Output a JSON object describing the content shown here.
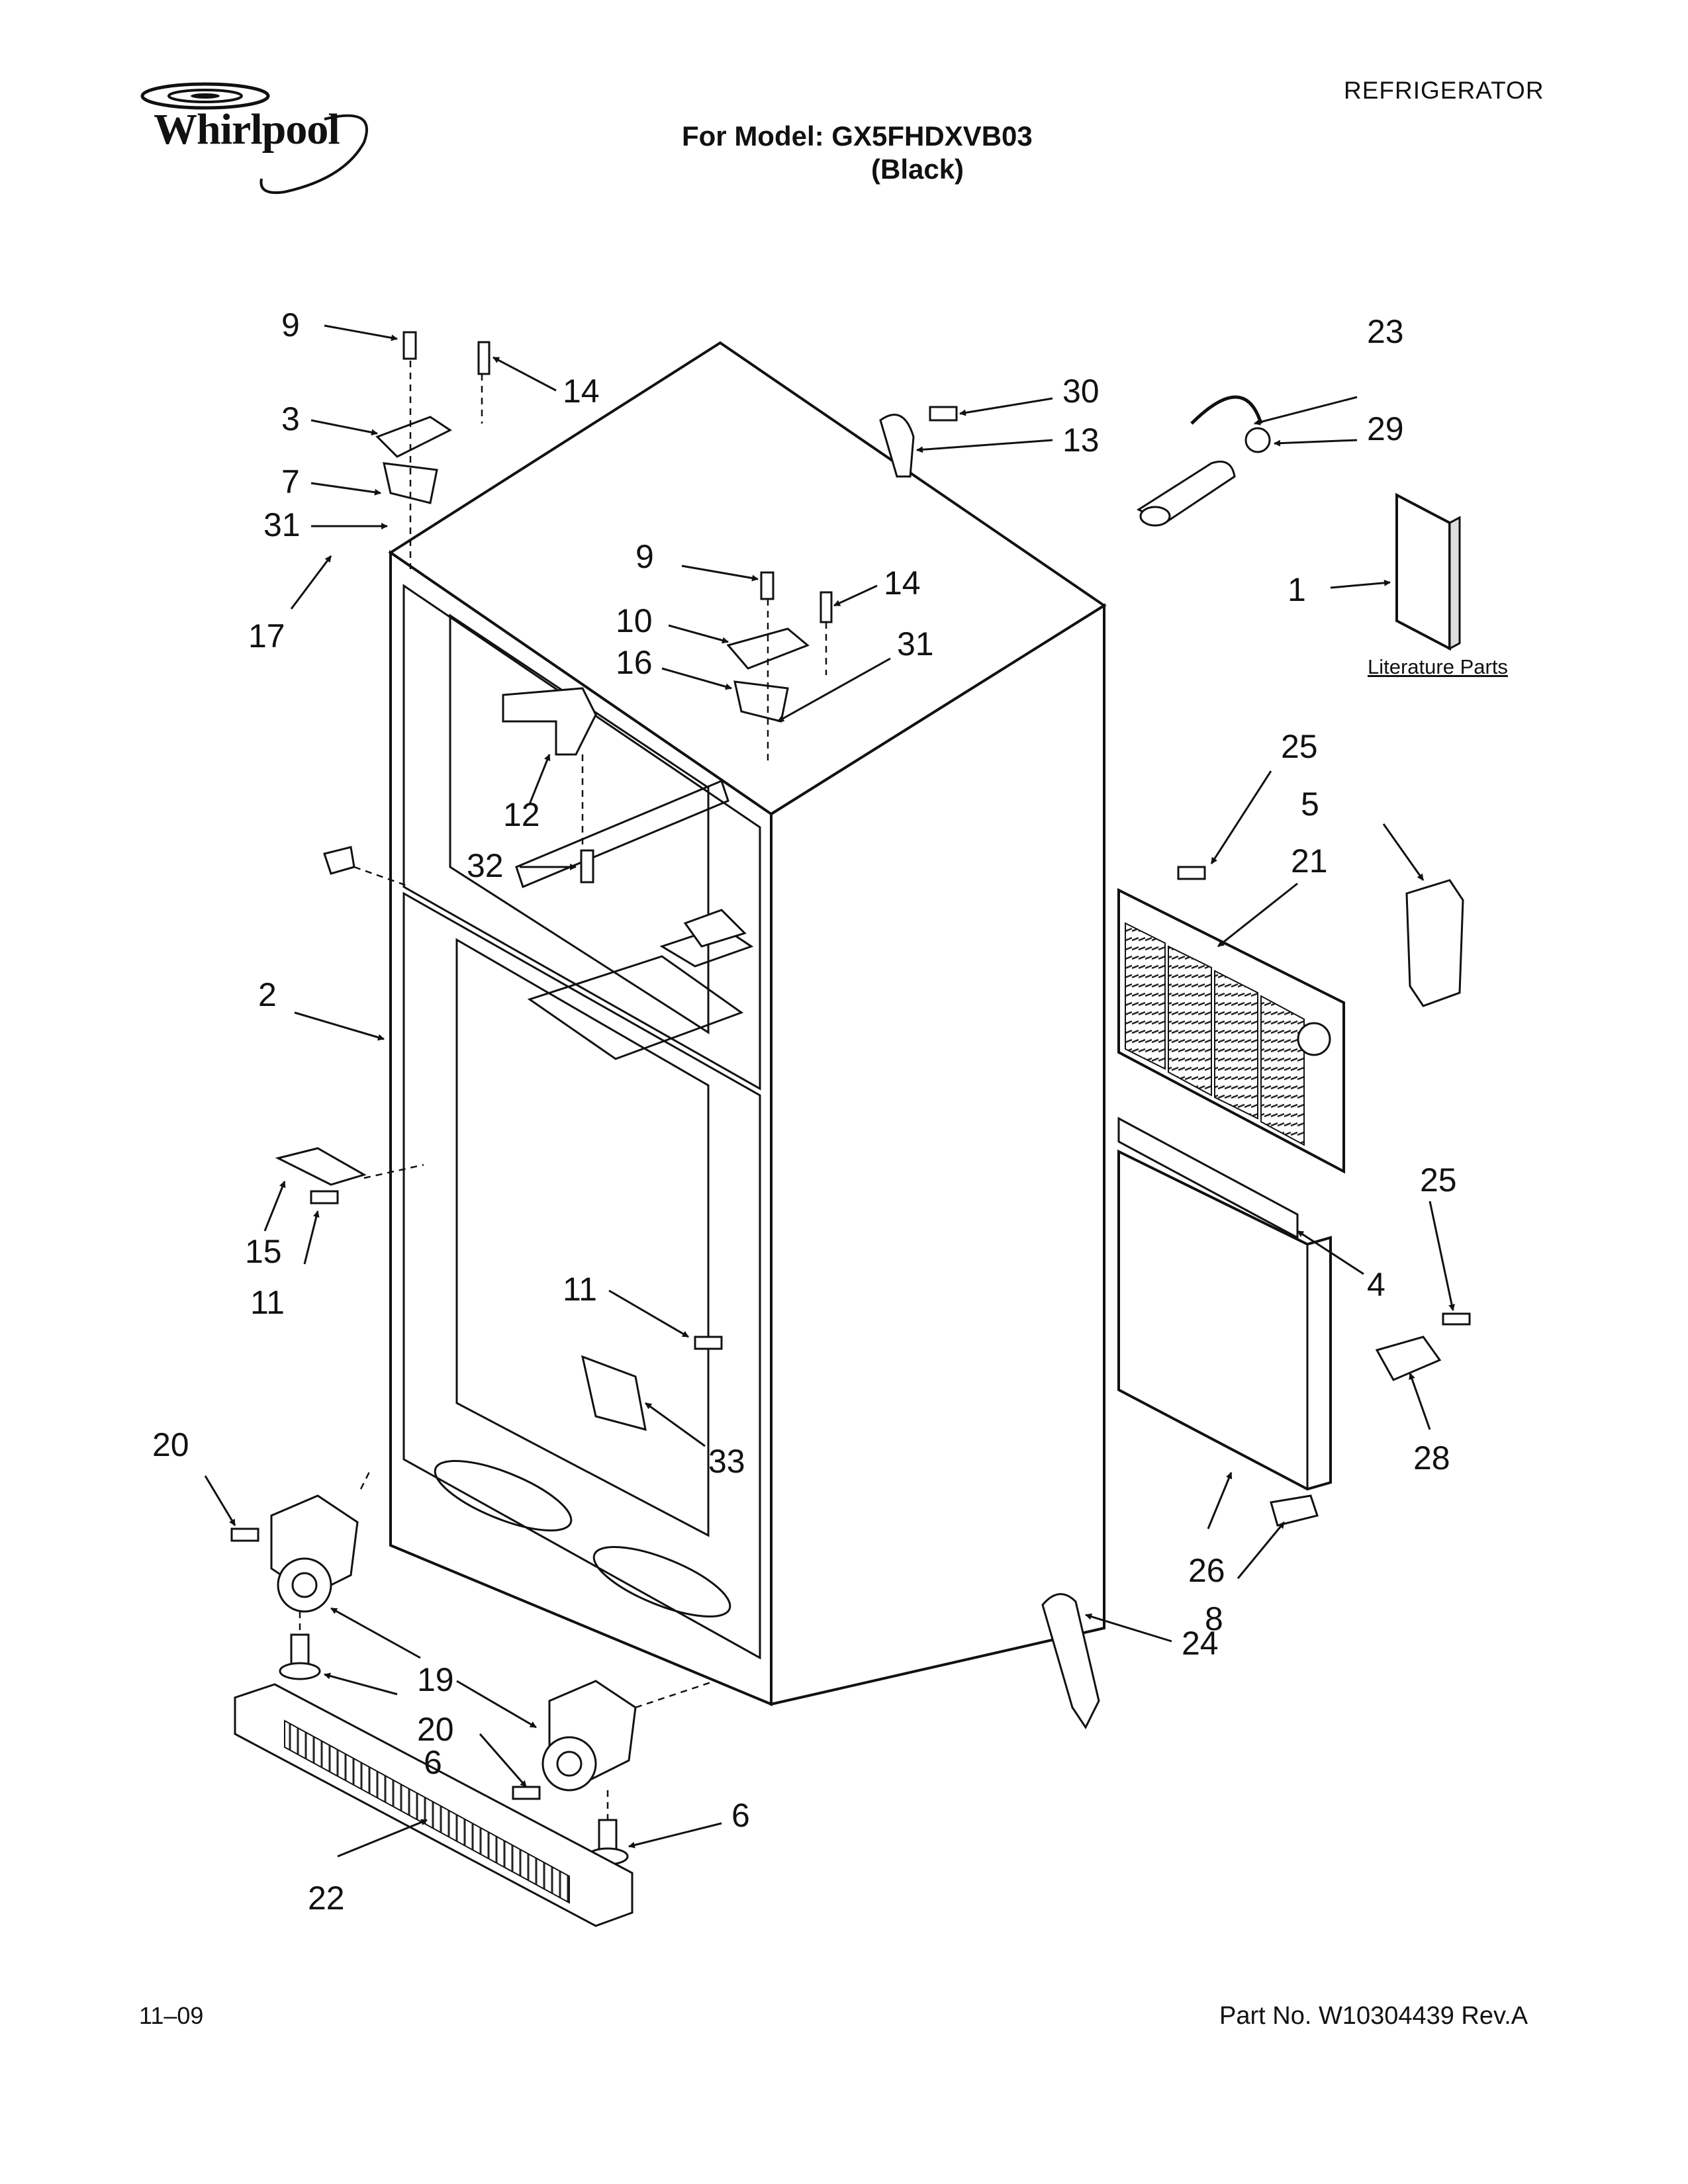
{
  "header": {
    "brand": "Whirlpool",
    "category": "REFRIGERATOR",
    "model_line": "For Model: GX5FHDXVB03",
    "color_line": "(Black)"
  },
  "diagram": {
    "literature_label": "Literature Parts",
    "callouts": {
      "c9a": "9",
      "c14a": "14",
      "c3": "3",
      "c7": "7",
      "c31a": "31",
      "c17": "17",
      "c9b": "9",
      "c10": "10",
      "c14b": "14",
      "c16": "16",
      "c31b": "31",
      "c30": "30",
      "c13": "13",
      "c23": "23",
      "c29": "29",
      "c1": "1",
      "c12": "12",
      "c32": "32",
      "c2": "2",
      "c25a": "25",
      "c5": "5",
      "c21": "21",
      "c15": "15",
      "c11a": "11",
      "c11b": "11",
      "c25b": "25",
      "c4": "4",
      "c28": "28",
      "c33": "33",
      "c20a": "20",
      "c26": "26",
      "c8": "8",
      "c19": "19",
      "c20b": "20",
      "c24": "24",
      "c6a": "6",
      "c6b": "6",
      "c22": "22"
    }
  },
  "footer": {
    "date": "11–09",
    "part_number": "Part No. W10304439 Rev.A"
  }
}
